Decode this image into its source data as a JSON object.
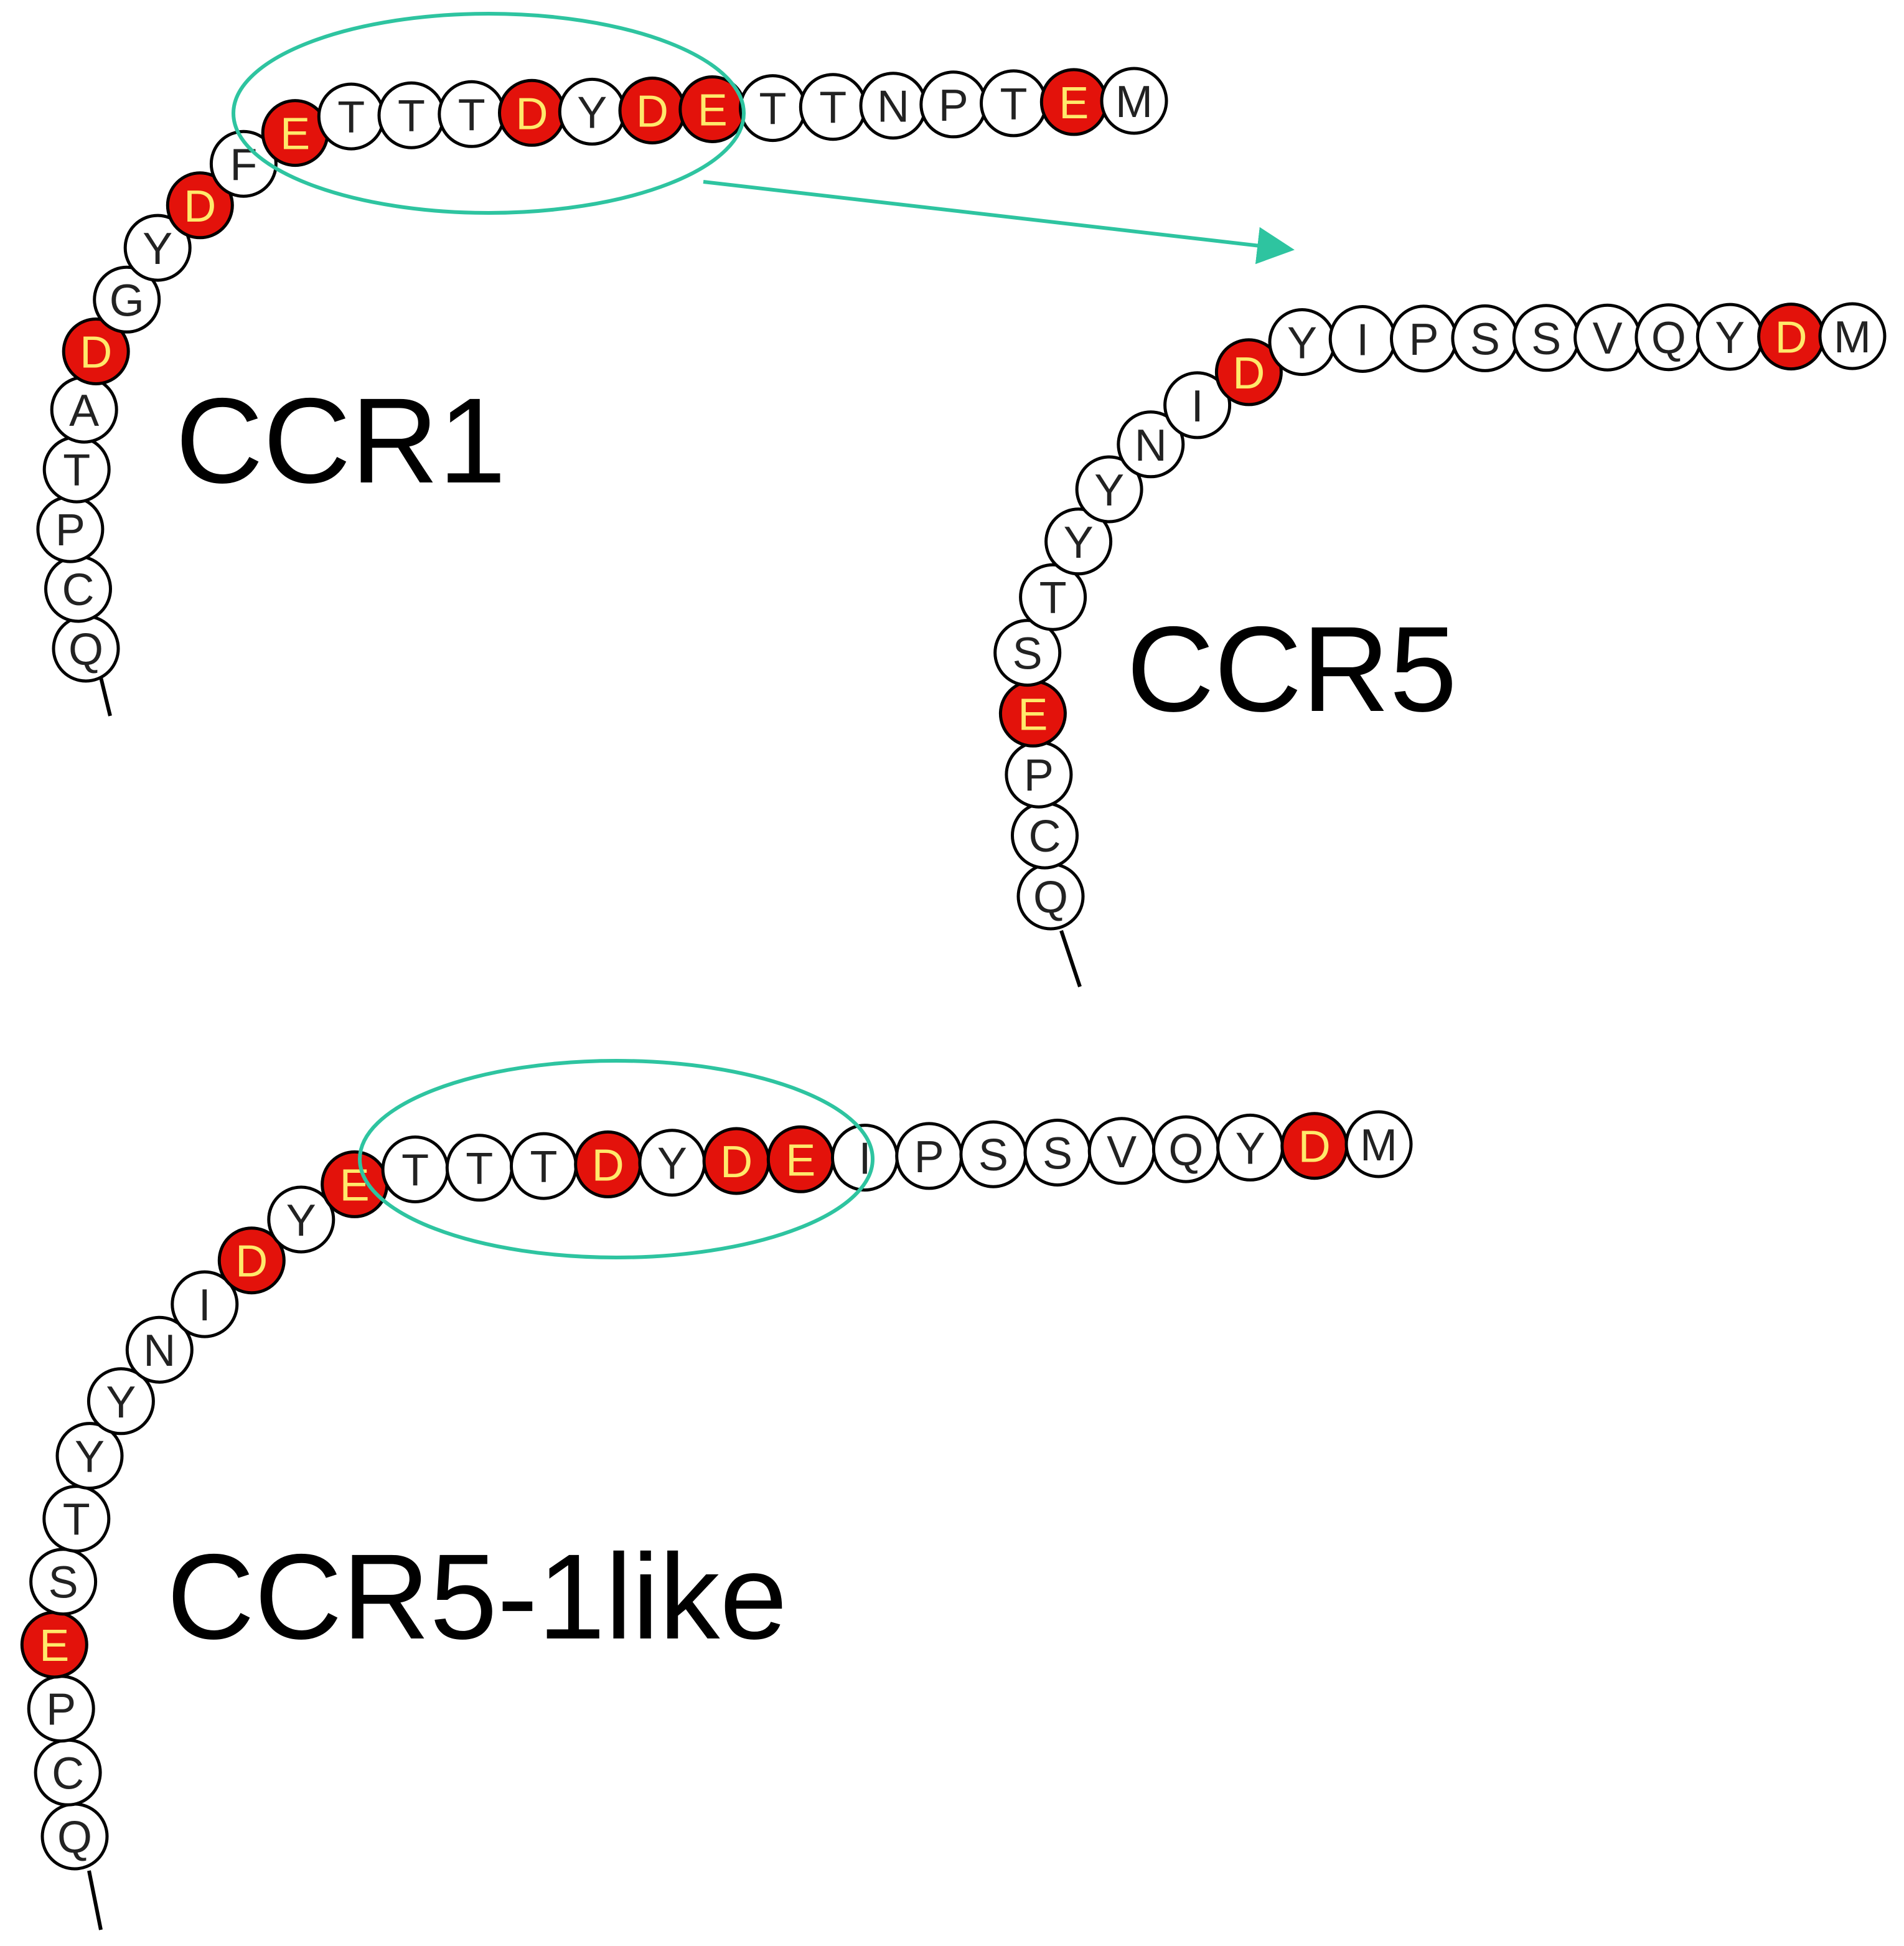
{
  "colors": {
    "acidic_fill": "#e3120b",
    "acidic_letter": "#ffe96b",
    "neutral_fill": "#ffffff",
    "neutral_letter": "#222222",
    "highlight": "#2ec4a0"
  },
  "chains": [
    {
      "id": "ccr1",
      "label": "CCR1",
      "residues": [
        "Q",
        "C",
        "P",
        "T",
        "A",
        "D",
        "G",
        "Y",
        "D",
        "F",
        "E",
        "T",
        "T",
        "T",
        "D",
        "Y",
        "D",
        "E",
        "T",
        "T",
        "N",
        "P",
        "T",
        "E",
        "M"
      ],
      "acidic_positions": [
        5,
        8,
        10,
        14,
        16,
        17,
        23
      ]
    },
    {
      "id": "ccr5",
      "label": "CCR5",
      "residues": [
        "Q",
        "C",
        "P",
        "E",
        "S",
        "T",
        "Y",
        "Y",
        "N",
        "I",
        "D",
        "Y",
        "I",
        "P",
        "S",
        "S",
        "V",
        "Q",
        "Y",
        "D",
        "M"
      ],
      "acidic_positions": [
        3,
        10,
        19
      ]
    },
    {
      "id": "ccr5-1like",
      "label": "CCR5-1like",
      "residues": [
        "Q",
        "C",
        "P",
        "E",
        "S",
        "T",
        "Y",
        "Y",
        "N",
        "I",
        "D",
        "Y",
        "E",
        "T",
        "T",
        "T",
        "D",
        "Y",
        "D",
        "E",
        "I",
        "P",
        "S",
        "S",
        "V",
        "Q",
        "Y",
        "D",
        "M"
      ],
      "acidic_positions": [
        3,
        10,
        12,
        16,
        18,
        19,
        27
      ]
    }
  ]
}
